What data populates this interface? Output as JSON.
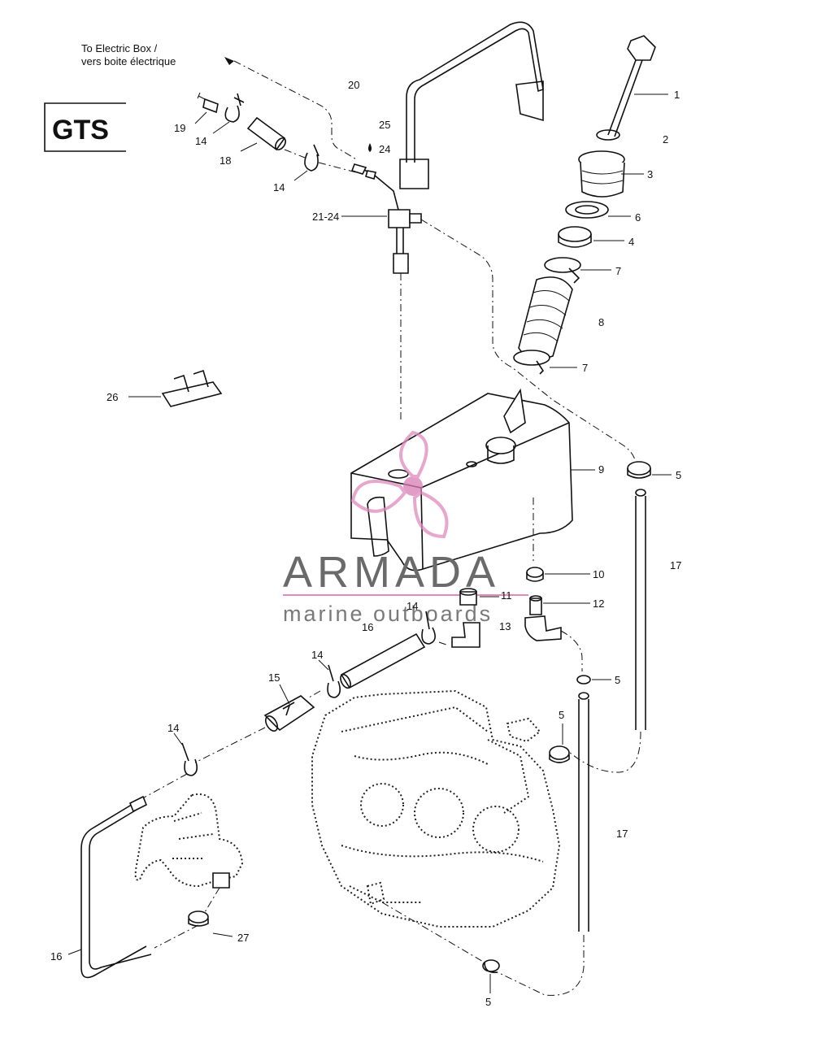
{
  "model_badge": "GTS",
  "note": {
    "line1": "To Electric Box /",
    "line2": "vers boite électrique"
  },
  "callouts": [
    {
      "id": "c1",
      "text": "1"
    },
    {
      "id": "c2",
      "text": "2"
    },
    {
      "id": "c3",
      "text": "3"
    },
    {
      "id": "c6",
      "text": "6"
    },
    {
      "id": "c4",
      "text": "4"
    },
    {
      "id": "c7a",
      "text": "7"
    },
    {
      "id": "c8",
      "text": "8"
    },
    {
      "id": "c7b",
      "text": "7"
    },
    {
      "id": "c9",
      "text": "9"
    },
    {
      "id": "c5a",
      "text": "5"
    },
    {
      "id": "c10",
      "text": "10"
    },
    {
      "id": "c11",
      "text": "11"
    },
    {
      "id": "c12",
      "text": "12"
    },
    {
      "id": "c13",
      "text": "13"
    },
    {
      "id": "c17a",
      "text": "17"
    },
    {
      "id": "c5b",
      "text": "5"
    },
    {
      "id": "c5c",
      "text": "5"
    },
    {
      "id": "c17b",
      "text": "17"
    },
    {
      "id": "c5d",
      "text": "5"
    },
    {
      "id": "c20",
      "text": "20"
    },
    {
      "id": "c25",
      "text": "25"
    },
    {
      "id": "c24",
      "text": "24"
    },
    {
      "id": "c2124",
      "text": "21-24"
    },
    {
      "id": "c19",
      "text": "19"
    },
    {
      "id": "c14a",
      "text": "14"
    },
    {
      "id": "c18",
      "text": "18"
    },
    {
      "id": "c14b",
      "text": "14"
    },
    {
      "id": "c26",
      "text": "26"
    },
    {
      "id": "c14c",
      "text": "14"
    },
    {
      "id": "c16a",
      "text": "16"
    },
    {
      "id": "c14d",
      "text": "14"
    },
    {
      "id": "c15",
      "text": "15"
    },
    {
      "id": "c14e",
      "text": "14"
    },
    {
      "id": "c27",
      "text": "27"
    },
    {
      "id": "c16b",
      "text": "16"
    }
  ],
  "watermark": {
    "brand": "ARMADA",
    "tagline": "marine outboards",
    "brand_color": "#e08abd"
  }
}
